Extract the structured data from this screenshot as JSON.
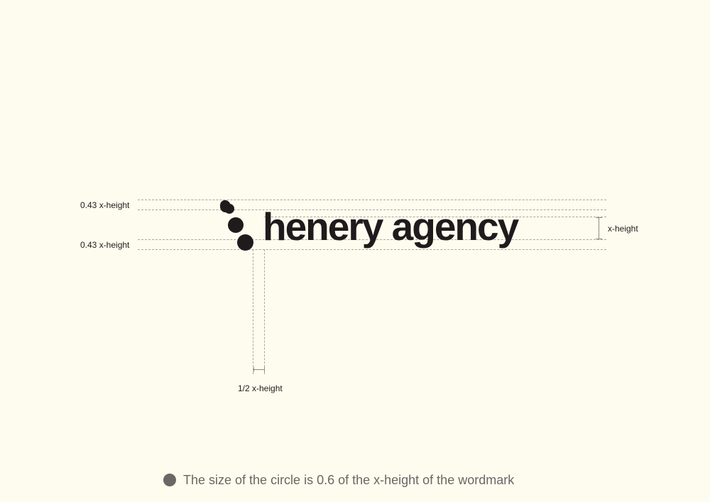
{
  "annotations": {
    "top_offset_label": "0.43 x-height",
    "bottom_offset_label": "0.43 x-height",
    "x_height_label": "x-height",
    "half_x_height_label": "1/2 x-height"
  },
  "wordmark": {
    "text": "henery agency",
    "color": "#1f1b1c"
  },
  "caption": {
    "text": "The size of the circle is 0.6 of the x-height of the wordmark",
    "color": "#6a6764"
  },
  "colors": {
    "background": "#fefcef",
    "guide": "#a9a59b"
  }
}
